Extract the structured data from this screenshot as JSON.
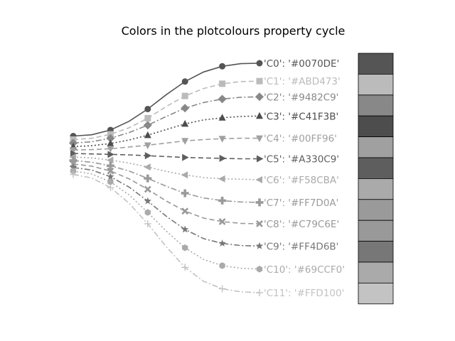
{
  "chart_data": {
    "type": "line",
    "title": "Colors in the plotcolours property cycle",
    "xlabel": "",
    "ylabel": "",
    "axes_visible": false,
    "grid": false,
    "legend": "none",
    "colormap_strip": "right",
    "x": [
      0,
      1,
      2,
      3,
      4,
      5,
      6,
      7,
      8,
      9,
      10
    ],
    "series": [
      {
        "label": "'C0': '#0070DE'",
        "gray": "#555555",
        "marker": "circle",
        "linestyle": "solid",
        "values": [
          0.0,
          0.03,
          0.14,
          0.34,
          0.62,
          0.95,
          1.25,
          1.47,
          1.6,
          1.66,
          1.67
        ]
      },
      {
        "label": "'C1': '#ABD473'",
        "gray": "#bbbbbb",
        "marker": "square",
        "linestyle": "dashed",
        "values": [
          -0.08,
          -0.05,
          0.04,
          0.19,
          0.41,
          0.68,
          0.92,
          1.09,
          1.2,
          1.25,
          1.26
        ]
      },
      {
        "label": "'C2': '#9482C9'",
        "gray": "#888888",
        "marker": "diamond",
        "linestyle": "dashdot",
        "values": [
          -0.16,
          -0.13,
          -0.05,
          0.08,
          0.25,
          0.45,
          0.64,
          0.77,
          0.85,
          0.89,
          0.9
        ]
      },
      {
        "label": "'C3': '#C41F3B'",
        "gray": "#4d4d4d",
        "marker": "triangle-up",
        "linestyle": "dotted",
        "values": [
          -0.24,
          -0.22,
          -0.17,
          -0.09,
          0.02,
          0.15,
          0.28,
          0.37,
          0.42,
          0.45,
          0.46
        ]
      },
      {
        "label": "'C4': '#00FF96'",
        "gray": "#a0a0a0",
        "marker": "triangle-down",
        "linestyle": "dashed",
        "values": [
          -0.32,
          -0.31,
          -0.29,
          -0.25,
          -0.21,
          -0.16,
          -0.11,
          -0.08,
          -0.06,
          -0.05,
          -0.05
        ]
      },
      {
        "label": "'C5': '#A330C9'",
        "gray": "#5e5e5e",
        "marker": "triangle-right",
        "linestyle": "dashed",
        "values": [
          -0.4,
          -0.41,
          -0.42,
          -0.43,
          -0.45,
          -0.47,
          -0.49,
          -0.5,
          -0.51,
          -0.52,
          -0.52
        ]
      },
      {
        "label": "'C6': '#F58CBA'",
        "gray": "#aaaaaa",
        "marker": "triangle-left",
        "linestyle": "dotted",
        "values": [
          -0.48,
          -0.5,
          -0.55,
          -0.62,
          -0.71,
          -0.81,
          -0.89,
          -0.95,
          -0.98,
          -0.99,
          -1.0
        ]
      },
      {
        "label": "'C7': '#FF7D0A'",
        "gray": "#9a9a9a",
        "marker": "plus",
        "linestyle": "dashdot",
        "values": [
          -0.56,
          -0.6,
          -0.68,
          -0.8,
          -0.97,
          -1.15,
          -1.31,
          -1.42,
          -1.48,
          -1.51,
          -1.52
        ]
      },
      {
        "label": "'C8': '#C79C6E'",
        "gray": "#999999",
        "marker": "x",
        "linestyle": "dashed",
        "values": [
          -0.64,
          -0.69,
          -0.8,
          -0.98,
          -1.22,
          -1.49,
          -1.72,
          -1.88,
          -1.96,
          -2.0,
          -2.01
        ]
      },
      {
        "label": "'C9': '#FF4D6B'",
        "gray": "#777777",
        "marker": "star",
        "linestyle": "dashdot",
        "values": [
          -0.72,
          -0.78,
          -0.93,
          -1.17,
          -1.49,
          -1.84,
          -2.14,
          -2.35,
          -2.46,
          -2.51,
          -2.52
        ]
      },
      {
        "label": "'C10': '#69CCF0'",
        "gray": "#aaaaaa",
        "marker": "hexagon",
        "linestyle": "dotted",
        "values": [
          -0.8,
          -0.87,
          -1.05,
          -1.35,
          -1.75,
          -2.18,
          -2.56,
          -2.83,
          -2.97,
          -3.03,
          -3.05
        ]
      },
      {
        "label": "'C11': '#FFD100'",
        "gray": "#c3c3c3",
        "marker": "plus-thin",
        "linestyle": "dashdot",
        "values": [
          -0.88,
          -0.96,
          -1.18,
          -1.54,
          -2.01,
          -2.54,
          -3.01,
          -3.33,
          -3.5,
          -3.57,
          -3.59
        ]
      }
    ],
    "xlim": [
      0,
      10
    ],
    "ylim": [
      -3.59,
      1.67
    ]
  }
}
